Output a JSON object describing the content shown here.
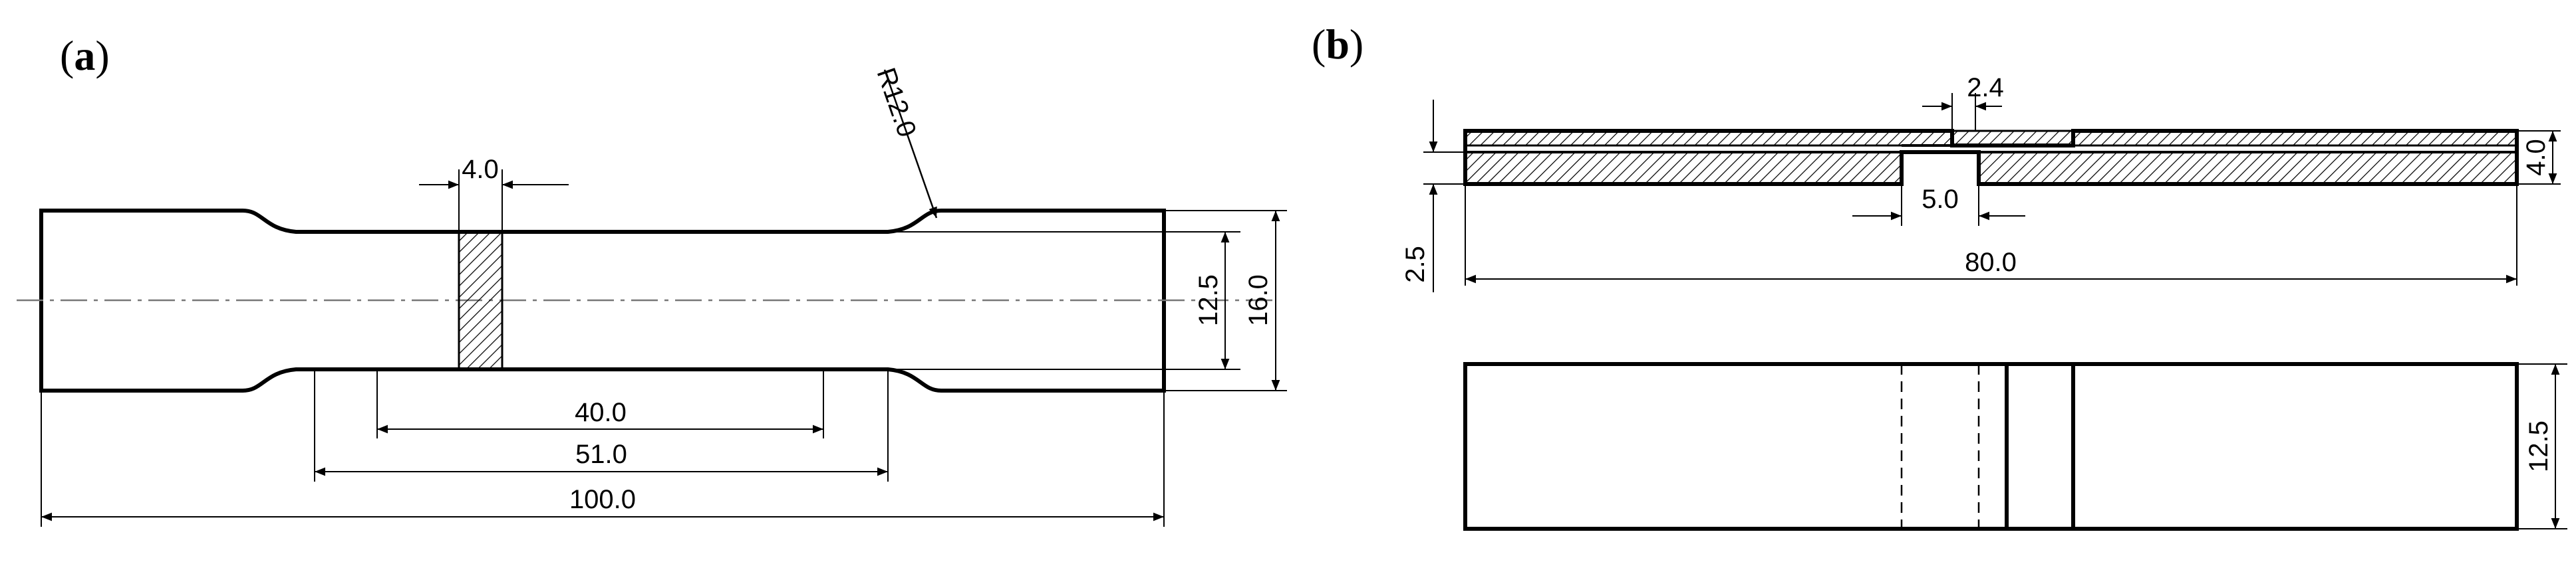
{
  "panel_a": {
    "label_open": "(",
    "label_letter": "a",
    "label_close": ")",
    "dim_notch_width": "4.0",
    "dim_radius": "R12.0",
    "dim_gauge_width": "12.5",
    "dim_grip_width": "16.0",
    "dim_gauge_length": "40.0",
    "dim_reduced_length": "51.0",
    "dim_total_length": "100.0"
  },
  "panel_b": {
    "label_open": "(",
    "label_letter": "b",
    "label_close": ")",
    "dim_top_notch": "2.4",
    "dim_bottom_notch": "5.0",
    "dim_step_height": "2.5",
    "dim_total_thickness": "4.0",
    "dim_total_length": "80.0",
    "dim_width": "12.5"
  },
  "colors": {
    "line": "#000000",
    "background": "#ffffff"
  }
}
